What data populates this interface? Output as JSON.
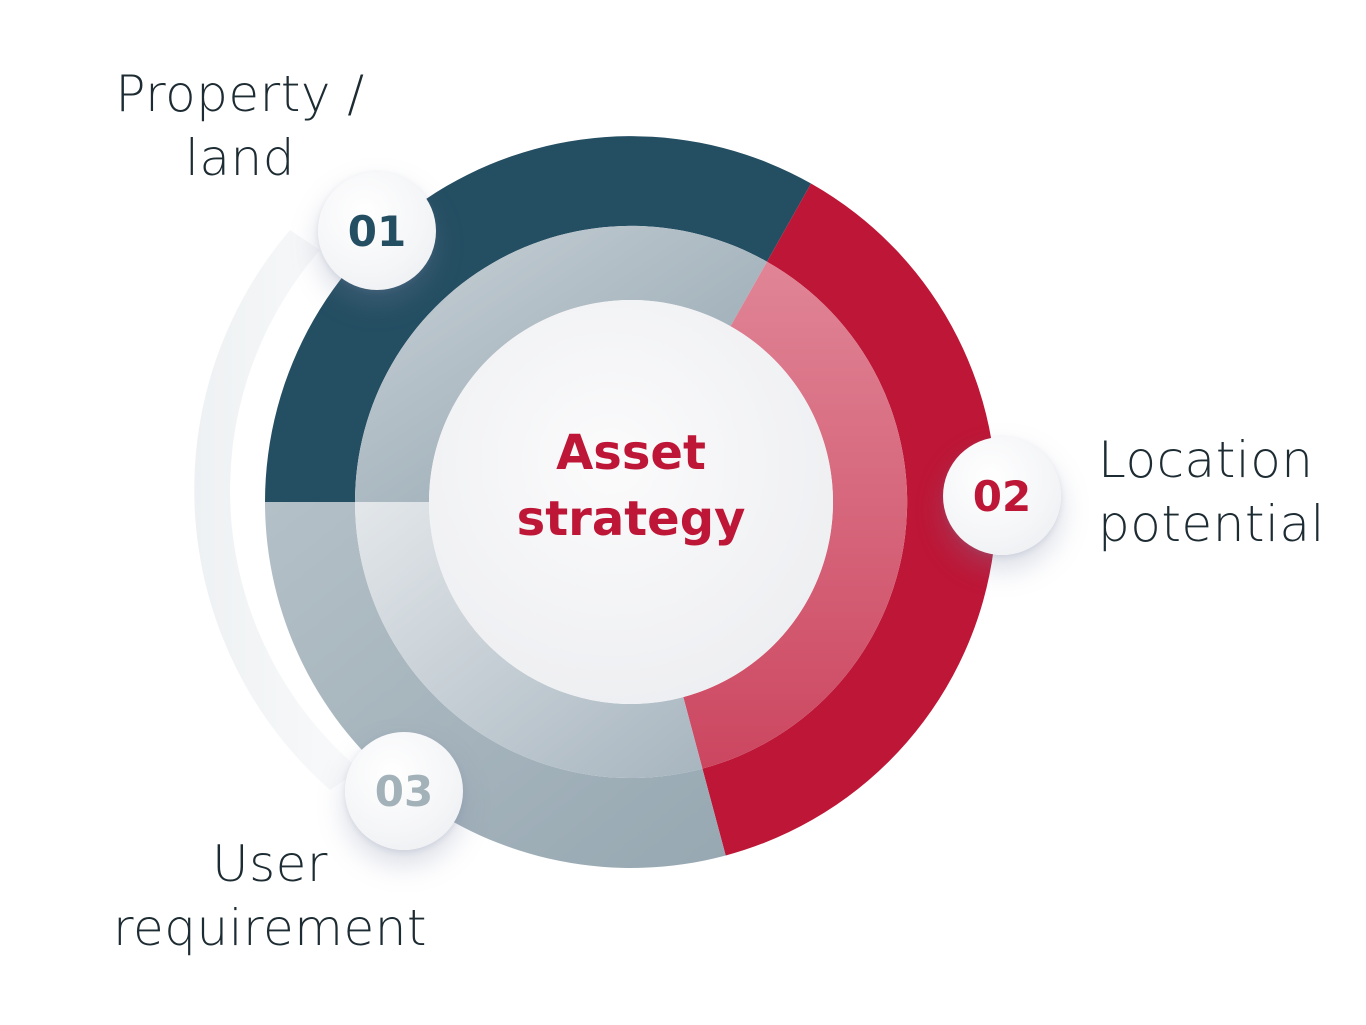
{
  "diagram": {
    "type": "cycle",
    "center": {
      "title_line1": "Asset",
      "title_line2": "strategy"
    },
    "segments": [
      {
        "number": "01",
        "label_line1": "Property /",
        "label_line2": "land",
        "color": "#244e62",
        "inner_color": "#a9b7bf"
      },
      {
        "number": "02",
        "label_line1": "Location",
        "label_line2": "potential",
        "color": "#be1636",
        "inner_color": "#d9687f"
      },
      {
        "number": "03",
        "label_line1": "User",
        "label_line2": "requirement",
        "color": "#a3b1b9",
        "inner_color": "#cdd4da"
      }
    ]
  },
  "colors": {
    "navy": "#244e62",
    "red": "#be1636",
    "gray": "#a3b1b9",
    "text": "#1d2b33",
    "center_fill": "#f3f3f5"
  }
}
